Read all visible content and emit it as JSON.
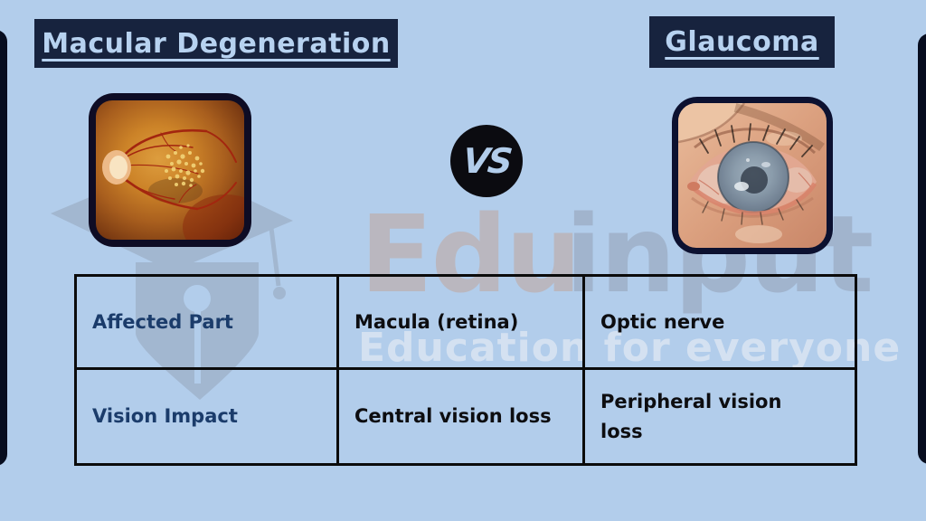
{
  "colors": {
    "background": "#b2cdeb",
    "navy_title_box": "#17233e",
    "edge_accent_bar": "#070d1f",
    "table_border": "#0b0b0b",
    "feature_text": "#1b3c6b",
    "value_text": "#0d0d10",
    "title_text": "#b7d2f0",
    "vs_circle": "#0b0b10"
  },
  "left_panel": {
    "title": "Macular Degeneration"
  },
  "right_panel": {
    "title": "Glaucoma"
  },
  "vs_badge": {
    "label": "VS"
  },
  "watermark": {
    "brand_first": "Edu",
    "brand_second": "input",
    "tagline": "Education for everyone",
    "logo": "graduation-cap-pen-nib-logo"
  },
  "images": {
    "macular": "retina-fundus-photo",
    "glaucoma": "glaucoma-eye-photo"
  },
  "comparison_table": {
    "rows": [
      {
        "feature": "Affected Part",
        "macular": "Macula (retina)",
        "glaucoma": "Optic nerve"
      },
      {
        "feature": "Vision Impact",
        "macular": "Central vision loss",
        "glaucoma": "Peripheral vision loss"
      }
    ]
  }
}
